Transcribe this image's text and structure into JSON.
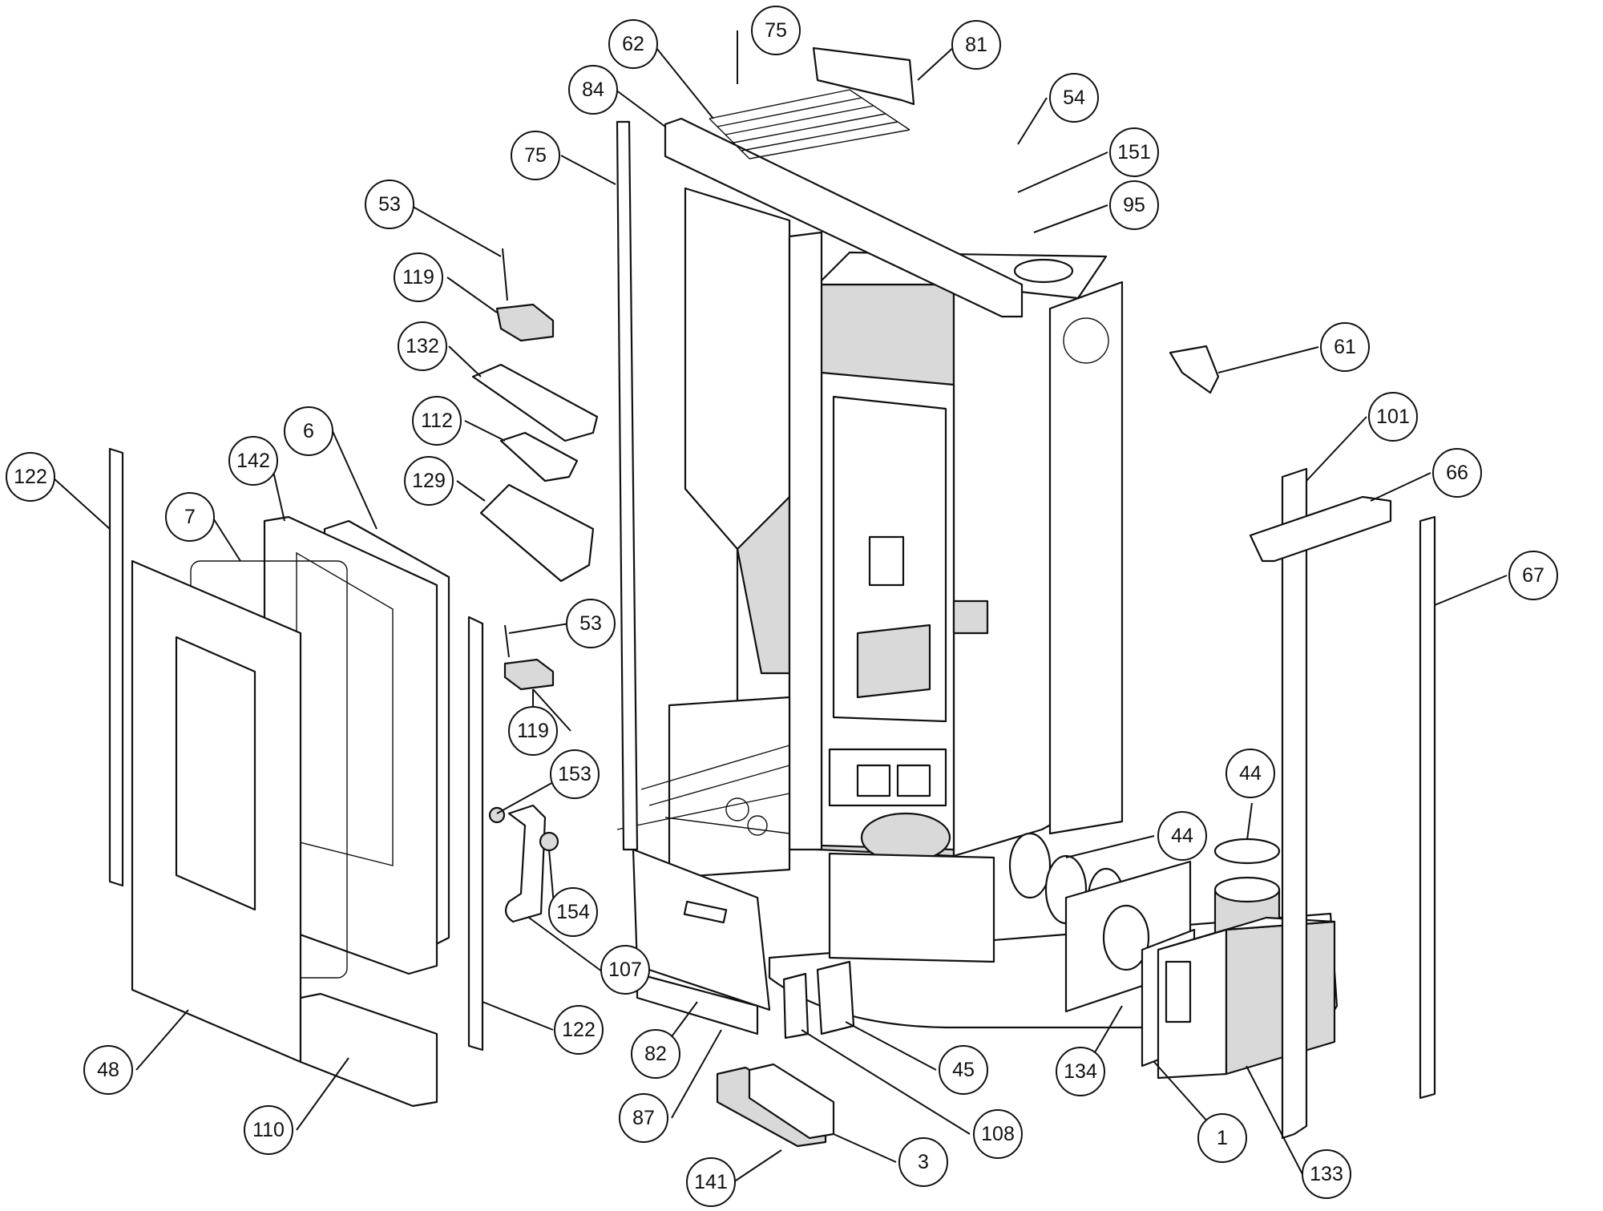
{
  "callouts": [
    {
      "id": "c-75-top",
      "label": "75"
    },
    {
      "id": "c-62",
      "label": "62"
    },
    {
      "id": "c-81",
      "label": "81"
    },
    {
      "id": "c-84",
      "label": "84"
    },
    {
      "id": "c-54",
      "label": "54"
    },
    {
      "id": "c-75-left",
      "label": "75"
    },
    {
      "id": "c-151",
      "label": "151"
    },
    {
      "id": "c-53-top",
      "label": "53"
    },
    {
      "id": "c-95",
      "label": "95"
    },
    {
      "id": "c-119-top",
      "label": "119"
    },
    {
      "id": "c-132",
      "label": "132"
    },
    {
      "id": "c-61",
      "label": "61"
    },
    {
      "id": "c-112",
      "label": "112"
    },
    {
      "id": "c-6",
      "label": "6"
    },
    {
      "id": "c-142",
      "label": "142"
    },
    {
      "id": "c-101",
      "label": "101"
    },
    {
      "id": "c-122-left",
      "label": "122"
    },
    {
      "id": "c-129",
      "label": "129"
    },
    {
      "id": "c-66",
      "label": "66"
    },
    {
      "id": "c-7",
      "label": "7"
    },
    {
      "id": "c-67",
      "label": "67"
    },
    {
      "id": "c-53-mid",
      "label": "53"
    },
    {
      "id": "c-119-mid",
      "label": "119"
    },
    {
      "id": "c-153",
      "label": "153"
    },
    {
      "id": "c-44-top",
      "label": "44"
    },
    {
      "id": "c-44-mid",
      "label": "44"
    },
    {
      "id": "c-154",
      "label": "154"
    },
    {
      "id": "c-107",
      "label": "107"
    },
    {
      "id": "c-122-right",
      "label": "122"
    },
    {
      "id": "c-82",
      "label": "82"
    },
    {
      "id": "c-48",
      "label": "48"
    },
    {
      "id": "c-45",
      "label": "45"
    },
    {
      "id": "c-134",
      "label": "134"
    },
    {
      "id": "c-87",
      "label": "87"
    },
    {
      "id": "c-110",
      "label": "110"
    },
    {
      "id": "c-108",
      "label": "108"
    },
    {
      "id": "c-1",
      "label": "1"
    },
    {
      "id": "c-3",
      "label": "3"
    },
    {
      "id": "c-141",
      "label": "141"
    },
    {
      "id": "c-133",
      "label": "133"
    }
  ]
}
